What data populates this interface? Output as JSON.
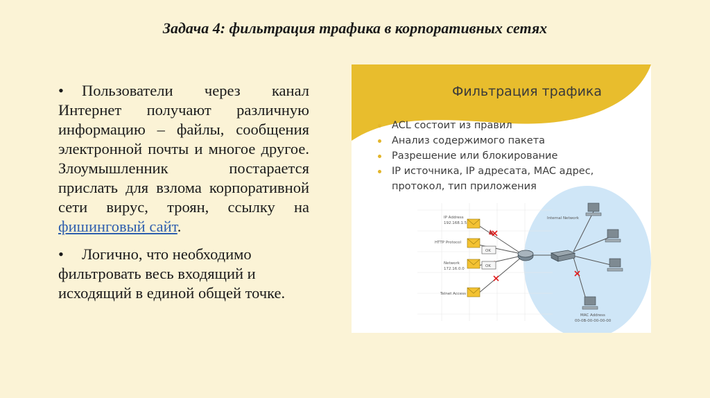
{
  "slide": {
    "title": "Задача 4: фильтрация трафика в корпоративных сетях",
    "paragraphs": [
      {
        "bullet": "•",
        "text_before_link": "Пользователи через канал Интернет получают различную информацию – файлы, сообщения электронной почты и многое другое. Злоумышленник постарается прислать для взлома корпоративной сети вирус, троян, ссылку на ",
        "link_text": "фишинговый сайт",
        "text_after_link": "."
      },
      {
        "bullet": "•",
        "text": "Логично, что необходимо фильтровать весь входящий и исходящий в единой общей точке."
      }
    ]
  },
  "figure": {
    "title": "Фильтрация трафика",
    "items": [
      "ACL состоит из правил",
      "Анализ содержимого пакета",
      "Разрешение или блокирование",
      "IP источника, IP адресата, MAC адрес, протокол, тип приложения"
    ],
    "diagram_labels": {
      "ip_address": "IP Address",
      "ip_value": "192.168.1.5",
      "http_protocol": "HTTP Protocol",
      "network": "Network",
      "network_value": "172.16.0.0",
      "telnet_access": "Telnet Access",
      "internal_network": "Internal Network",
      "mac_address": "MAC Address",
      "mac_value": "00-0B-00-00-00-00",
      "ok1": "OK",
      "ok2": "OK"
    },
    "colors": {
      "accent": "#e8bd2d",
      "cloud": "#cfe6f7",
      "block": "#e02020"
    }
  }
}
